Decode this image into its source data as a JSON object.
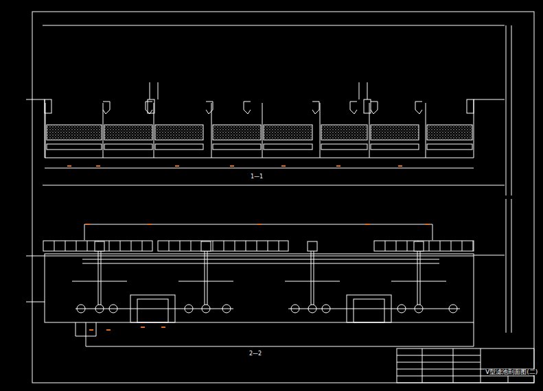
{
  "diagram": {
    "labels": [
      "1—1",
      "2—2",
      "V型滤池剖面图(二)"
    ]
  }
}
